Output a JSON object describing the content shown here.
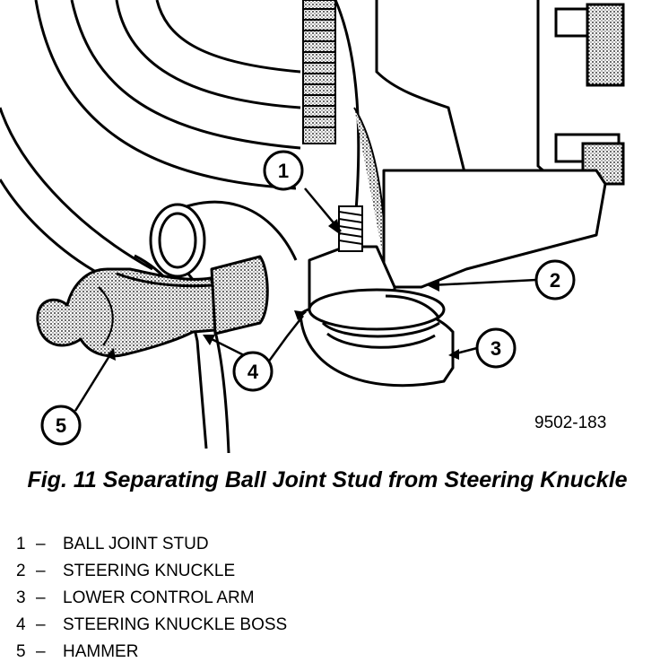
{
  "figure": {
    "code": "9502-183",
    "caption": "Fig. 11 Separating Ball Joint Stud from Steering Knuckle"
  },
  "callouts": [
    "1",
    "2",
    "3",
    "4",
    "5"
  ],
  "legend": [
    {
      "num": "1",
      "sep": "–",
      "label": "BALL JOINT STUD"
    },
    {
      "num": "2",
      "sep": "–",
      "label": "STEERING KNUCKLE"
    },
    {
      "num": "3",
      "sep": "–",
      "label": "LOWER CONTROL ARM"
    },
    {
      "num": "4",
      "sep": "–",
      "label": "STEERING KNUCKLE BOSS"
    },
    {
      "num": "5",
      "sep": "–",
      "label": "HAMMER"
    }
  ]
}
